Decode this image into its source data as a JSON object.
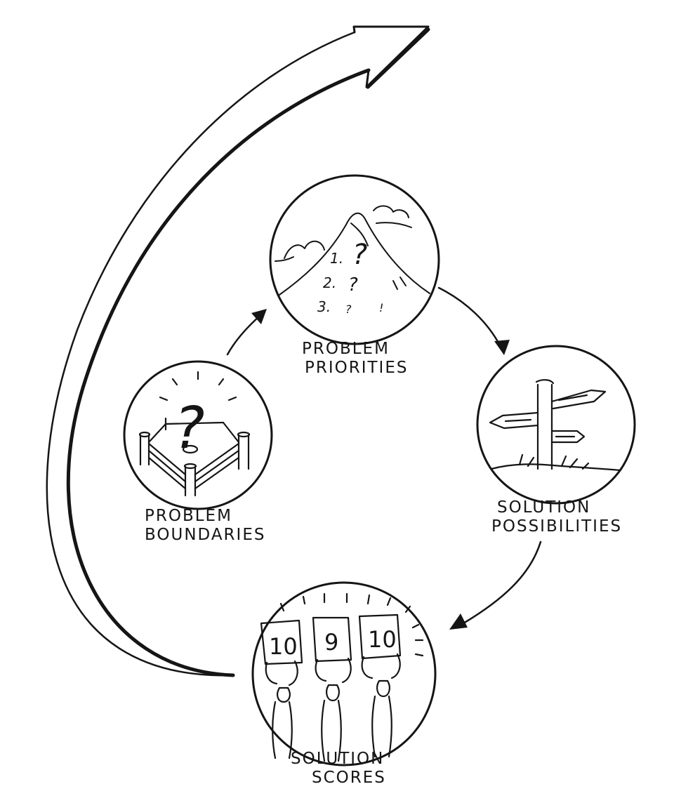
{
  "diagram": {
    "nodes": [
      {
        "id": "problem-priorities",
        "label_line1": "PROBLEM",
        "label_line2": "PRIORITIES",
        "content": [
          "1.",
          "?",
          "2.",
          "?",
          "3.",
          "?",
          "!"
        ],
        "icon": "mountain-icon"
      },
      {
        "id": "solution-possibilities",
        "label_line1": "SOLUTION",
        "label_line2": "POSSIBILITIES",
        "icon": "signpost-icon"
      },
      {
        "id": "solution-scores",
        "label_line1": "SOLUTION",
        "label_line2": "SCORES",
        "content": [
          "10",
          "9",
          "10"
        ],
        "icon": "score-cards-icon"
      },
      {
        "id": "problem-boundaries",
        "label_line1": "PROBLEM",
        "label_line2": "BOUNDARIES",
        "content": [
          "?"
        ],
        "icon": "boxing-ring-icon"
      }
    ],
    "edges": [
      {
        "from": "problem-boundaries",
        "to": "problem-priorities"
      },
      {
        "from": "problem-priorities",
        "to": "solution-possibilities"
      },
      {
        "from": "solution-possibilities",
        "to": "solution-scores"
      },
      {
        "from": "solution-scores",
        "to": "outward",
        "style": "large-sweeping-arrow"
      }
    ],
    "colors": {
      "ink": "#151515",
      "background": "#ffffff"
    }
  }
}
